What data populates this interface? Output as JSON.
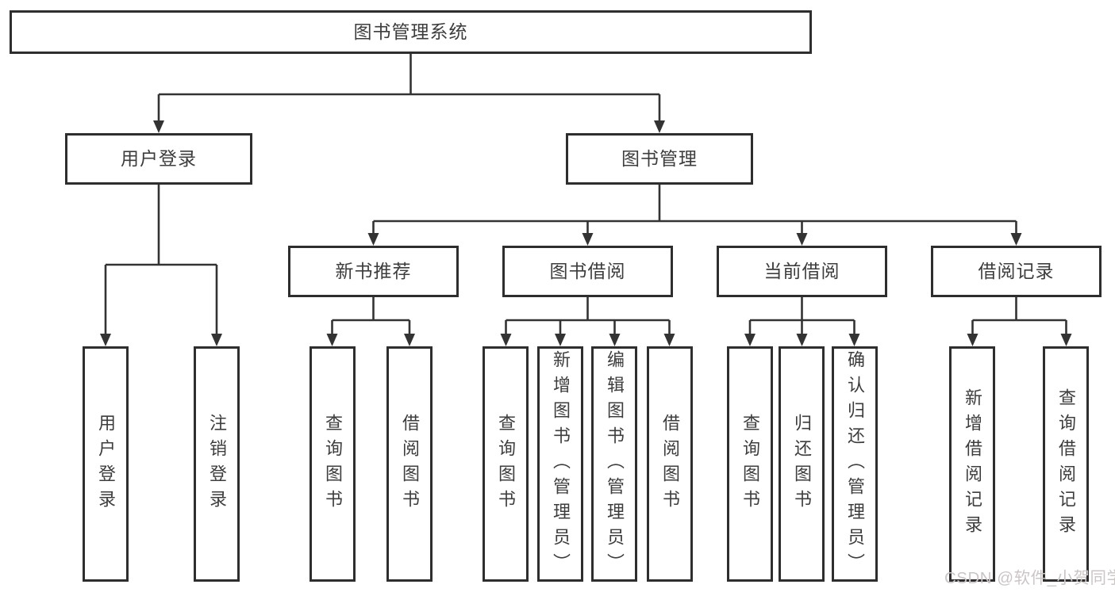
{
  "tree": {
    "label": "图书管理系统",
    "children": [
      {
        "label": "用户登录",
        "children": [
          {
            "label": "用户登录"
          },
          {
            "label": "注销登录"
          }
        ]
      },
      {
        "label": "图书管理",
        "children": [
          {
            "label": "新书推荐",
            "children": [
              {
                "label": "查询图书"
              },
              {
                "label": "借阅图书"
              }
            ]
          },
          {
            "label": "图书借阅",
            "children": [
              {
                "label": "查询图书"
              },
              {
                "label": "新增图书（管理员）"
              },
              {
                "label": "编辑图书（管理员）"
              },
              {
                "label": "借阅图书"
              }
            ]
          },
          {
            "label": "当前借阅",
            "children": [
              {
                "label": "查询图书"
              },
              {
                "label": "归还图书"
              },
              {
                "label": "确认归还（管理员）"
              }
            ]
          },
          {
            "label": "借阅记录",
            "children": [
              {
                "label": "新增借阅记录"
              },
              {
                "label": "查询借阅记录"
              }
            ]
          }
        ]
      }
    ]
  },
  "watermark": {
    "text": "CSDN @软件_小贺同学"
  },
  "colors": {
    "line": "#333333",
    "box_border": "#2e2e2e",
    "text": "#3d3d3d",
    "background": "#ffffff",
    "watermark_text": "#ccc5c5"
  }
}
